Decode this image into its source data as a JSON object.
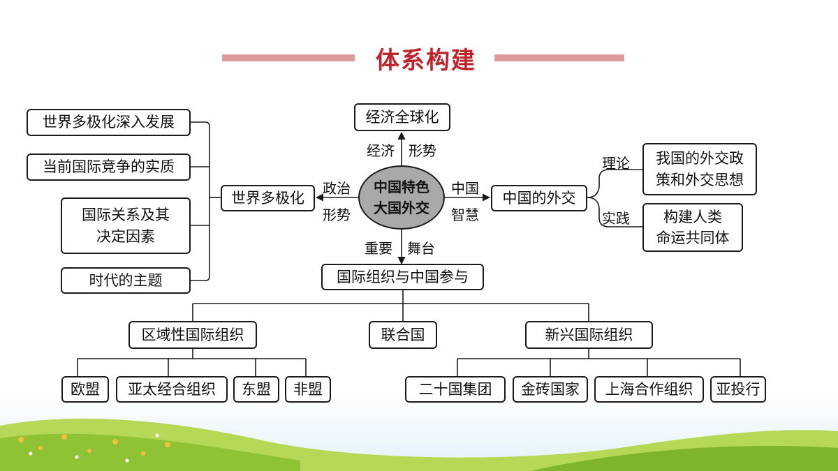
{
  "title": "体系构建",
  "hub": "中国特色\n大国外交",
  "top_node": "经济全球化",
  "left_node": "世界多极化",
  "right_node": "中国的外交",
  "bottom_node": "国际组织与中国参与",
  "edge_labels": {
    "top_left": "经济",
    "top_right": "形势",
    "left_top": "政治",
    "left_bottom": "形势",
    "right_top": "中国",
    "right_bottom": "智慧",
    "bottom_left": "重要",
    "bottom_right": "舞台",
    "theory": "理论",
    "practice": "实践"
  },
  "left_factors": [
    "世界多极化深入发展",
    "当前国际竞争的实质",
    "国际关系及其\n决定因素",
    "时代的主题"
  ],
  "right_items": {
    "theory_box": "我国的外交政\n策和外交思想",
    "practice_box": "构建人类\n命运共同体"
  },
  "org_level": [
    "区域性国际组织",
    "联合国",
    "新兴国际组织"
  ],
  "regional_orgs": [
    "欧盟",
    "亚太经合组织",
    "东盟",
    "非盟"
  ],
  "emerging_orgs": [
    "二十国集团",
    "金砖国家",
    "上海合作组织",
    "亚投行"
  ],
  "colors": {
    "title": "#c0242b",
    "title_bar": "#dd9b9d",
    "hub_fill": "#a9a9a9",
    "line": "#1a1a1a",
    "grass_light": "#9ccc3a",
    "grass_dark": "#5f9c1d",
    "sky": "#dff1fa"
  }
}
